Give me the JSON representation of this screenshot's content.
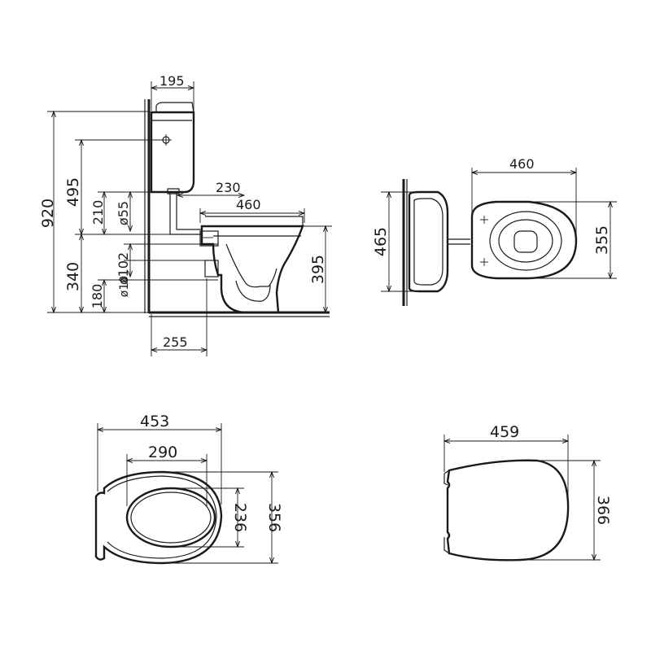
{
  "side_view": {
    "cistern_depth": "195",
    "overall_height": "920",
    "cistern_inlet_height": "495",
    "flush_pipe_height": "210",
    "flush_pipe_diameter": "ø55",
    "flush_pipe_projection": "230",
    "bowl_length": "460",
    "seat_height": "395",
    "outlet_height": "340",
    "outlet_diameter": "ø102",
    "outlet_center_height": "180",
    "drain_diameter": "ø10",
    "wall_to_outlet": "255"
  },
  "top_view": {
    "bowl_length": "460",
    "cistern_width": "465",
    "bowl_width": "355"
  },
  "seat_view_left": {
    "seat_length": "453",
    "opening_length": "290",
    "opening_width": "236",
    "seat_width": "356"
  },
  "seat_view_right": {
    "cover_length": "459",
    "cover_width": "366"
  }
}
